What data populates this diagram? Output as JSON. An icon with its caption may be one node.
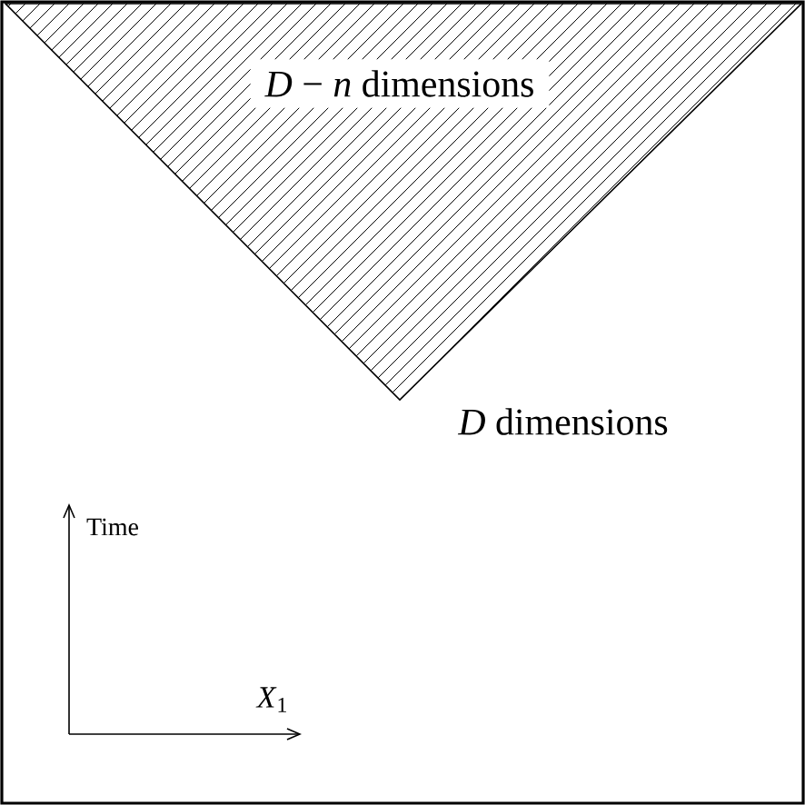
{
  "diagram": {
    "nodes": [
      {
        "text": [
          "*D* − *n*   dimensions"
        ]
      }
    ],
    "labels": [
      "*D*  dimensions",
      "Time",
      "*X*$_{1}$"
    ]
  }
}
